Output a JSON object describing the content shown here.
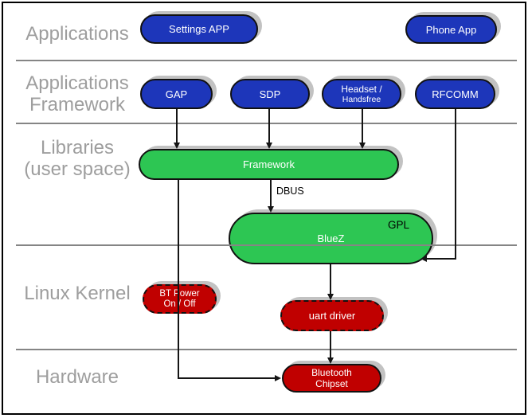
{
  "layers": [
    {
      "label": "Applications"
    },
    {
      "label": "Applications\nFramework"
    },
    {
      "label": "Libraries\n(user space)"
    },
    {
      "label": "Linux Kernel"
    },
    {
      "label": "Hardware"
    }
  ],
  "nodes": {
    "settings_app": {
      "label": "Settings APP"
    },
    "phone_app": {
      "label": "Phone App"
    },
    "gap": {
      "label": "GAP"
    },
    "sdp": {
      "label": "SDP"
    },
    "headset": {
      "label": "Headset /",
      "sublabel": "Handsfree"
    },
    "rfcomm": {
      "label": "RFCOMM"
    },
    "framework": {
      "label": "Framework"
    },
    "bluez": {
      "label": "BlueZ",
      "tag": "GPL"
    },
    "bt_power": {
      "label": "BT Power",
      "sublabel": "On / Off"
    },
    "uart_driver": {
      "label": "uart driver"
    },
    "bluetooth_chipset": {
      "label": "Bluetooth",
      "sublabel": "Chipset"
    }
  },
  "edges": [
    {
      "from": "GAP",
      "to": "Framework",
      "label": ""
    },
    {
      "from": "SDP",
      "to": "Framework",
      "label": ""
    },
    {
      "from": "Headset / Handsfree",
      "to": "Framework",
      "label": ""
    },
    {
      "from": "RFCOMM",
      "to": "BlueZ",
      "label": ""
    },
    {
      "from": "Framework",
      "to": "BlueZ",
      "label": "DBUS"
    },
    {
      "from": "Framework",
      "to": "Bluetooth Chipset",
      "label": ""
    },
    {
      "from": "BlueZ",
      "to": "uart driver",
      "label": ""
    },
    {
      "from": "uart driver",
      "to": "Bluetooth Chipset",
      "label": ""
    }
  ],
  "edge_labels": {
    "dbus": "DBUS"
  },
  "colors": {
    "app_node": "#1d36ba",
    "library_node": "#2dc653",
    "kernel_node": "#c00000",
    "shadow": "#c2c2c2",
    "separator": "#858585",
    "label_text": "#9e9e9e",
    "line": "#151515",
    "node_text": "#ffffff",
    "tag_text": "#000000"
  }
}
